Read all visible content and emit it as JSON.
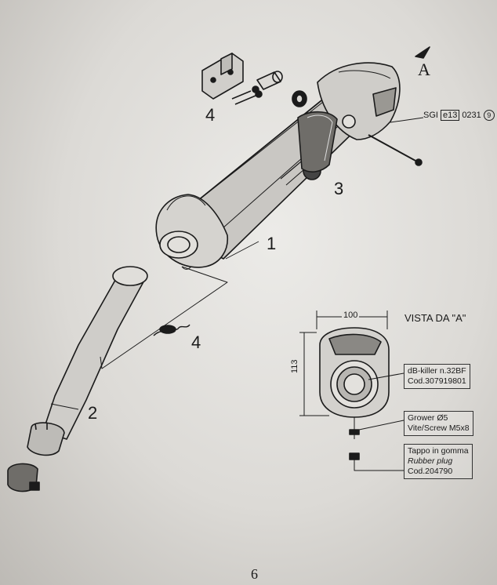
{
  "parts": {
    "p1": "1",
    "p2": "2",
    "p3": "3",
    "p4_top": "4",
    "p4_mid": "4"
  },
  "view_marker": "A",
  "homologation": {
    "prefix": "SGI",
    "e_mark": "e13",
    "code": "0231",
    "suffix": "9"
  },
  "view": {
    "title": "VISTA DA \"A\"",
    "width": "100",
    "height": "113"
  },
  "callouts": {
    "db_killer_line1": "dB-killer n.32BF",
    "db_killer_line2": "Cod.307919801",
    "grower_line1": "Grower Ø5",
    "grower_line2": "Vite/Screw M5x8",
    "plug_line1": "Tappo in gomma",
    "plug_line2": "Rubber plug",
    "plug_line3": "Cod.204790"
  },
  "page_number": "6"
}
